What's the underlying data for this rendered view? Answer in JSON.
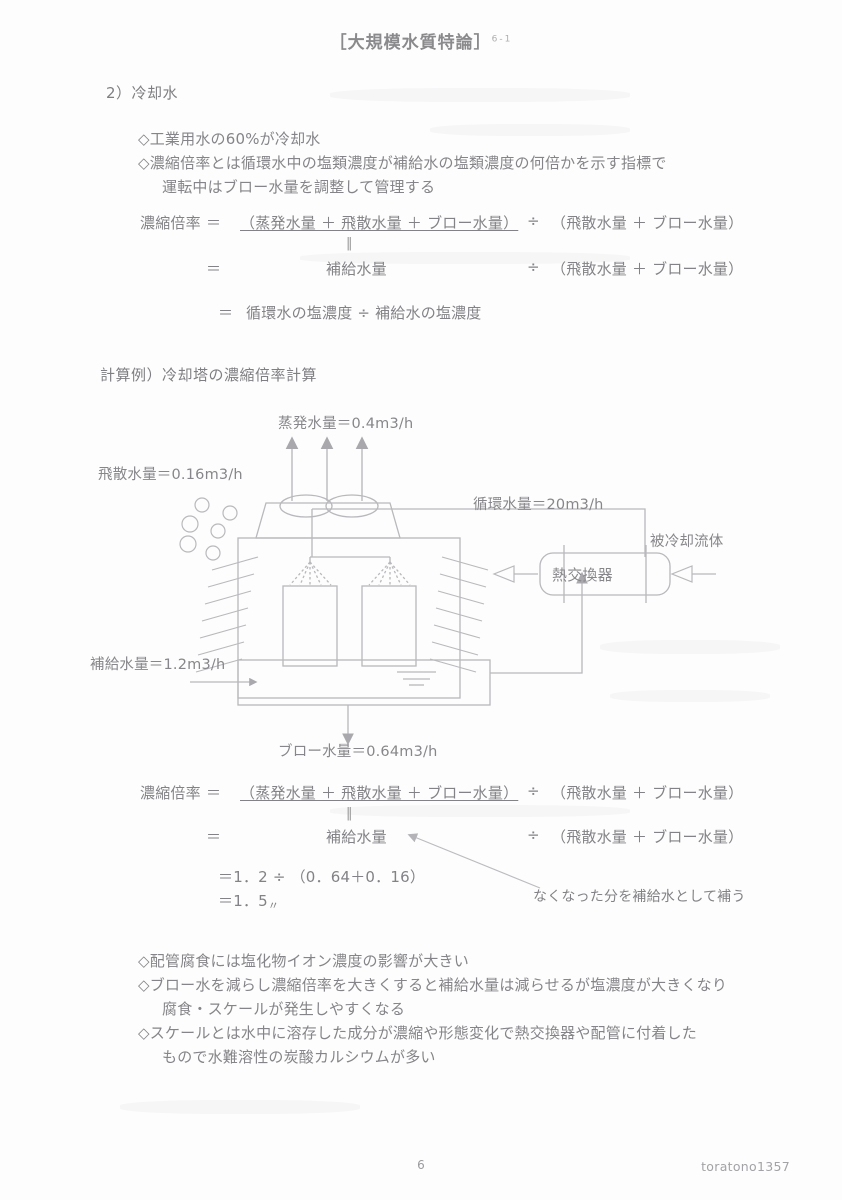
{
  "document": {
    "title": "［大規模水質特論］",
    "title_superscript": "6-1",
    "section_heading": "2）冷却水",
    "intro_bullets": [
      "◇工業用水の60%が冷却水",
      "◇濃縮倍率とは循環水中の塩類濃度が補給水の塩類濃度の何倍かを示す指標で",
      "運転中はブロー水量を調整して管理する"
    ],
    "formula_top": {
      "lhs_label": "濃縮倍率",
      "eq1": "＝",
      "numerator": "（蒸発水量 ＋ 飛散水量 ＋ ブロー水量）",
      "div1": "÷",
      "denominator": "（飛散水量 ＋ ブロー水量）",
      "double_eq": "‖",
      "eq2": "＝",
      "numerator2": "補給水量",
      "div2": "÷",
      "denominator2": "（飛散水量 ＋ ブロー水量）",
      "eq3": "＝",
      "line3": "循環水の塩濃度  ÷  補給水の塩濃度"
    },
    "example_heading": "計算例）冷却塔の濃縮倍率計算",
    "diagram": {
      "evaporation_label": "蒸発水量＝0.4m3/h",
      "drift_label": "飛散水量＝0.16m3/h",
      "circulation_label": "循環水量＝20m3/h",
      "cooled_fluid_label": "被冷却流体",
      "heat_exchanger_label": "熱交換器",
      "makeup_label": "補給水量＝1.2m3/h",
      "blowdown_label": "ブロー水量＝0.64m3/h"
    },
    "formula_bottom": {
      "lhs_label": "濃縮倍率",
      "eq1": "＝",
      "numerator": "（蒸発水量 ＋ 飛散水量 ＋ ブロー水量）",
      "div1": "÷",
      "denominator": "（飛散水量 ＋ ブロー水量）",
      "double_eq": "‖",
      "eq2": "＝",
      "numerator2": "補給水量",
      "div2": "÷",
      "denominator2": "（飛散水量 ＋ ブロー水量）",
      "calc_line1": "＝1．2 ÷ （0．64＋0．16）",
      "calc_line2": "＝1．5",
      "calc_line2_mark": "〃",
      "annotation": "なくなった分を補給水として補う"
    },
    "closing_bullets": [
      "◇配管腐食には塩化物イオン濃度の影響が大きい",
      "◇ブロー水を減らし濃縮倍率を大きくすると補給水量は減らせるが塩濃度が大きくなり",
      "腐食・スケールが発生しやすくなる",
      "◇スケールとは水中に溶存した成分が濃縮や形態変化で熱交換器や配管に付着した",
      "もので水難溶性の炭酸カルシウムが多い"
    ],
    "footer": {
      "page_number": "6",
      "watermark": "toratono1357"
    },
    "colors": {
      "ink": "#8d8d90",
      "line": "#b7b7bb",
      "paper": "#fdfdfd"
    }
  }
}
